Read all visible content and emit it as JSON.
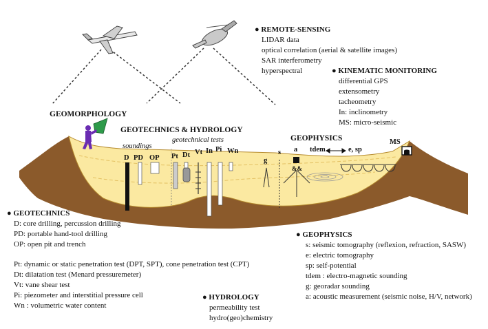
{
  "colors": {
    "brown": "#8b5a2b",
    "brown_dark": "#6b3f1d",
    "sand": "#fbe9a1",
    "sand_line": "#e6c865",
    "dotted": "#333333"
  },
  "icons": [
    "airplane-icon",
    "helicopter-icon",
    "observer-figure-icon",
    "ms-station-icon"
  ],
  "remote_sensing": {
    "title": "REMOTE-SENSING",
    "items": [
      "LIDAR data",
      "optical correlation (aerial & satellite images)",
      "SAR interferometry",
      "hyperspectral"
    ]
  },
  "kinematic": {
    "title": "KINEMATIC MONITORING",
    "items": [
      "differential GPS",
      "extensometry",
      "tacheometry",
      "In: inclinometry",
      "MS: micro-seismic"
    ]
  },
  "diagram": {
    "geomorphology": "GEOMORPHOLOGY",
    "geotech_hydro": "GEOTECHNICS & HYDROLOGY",
    "soundings": "soundings",
    "geotech_tests": "geotechnical tests",
    "geophysics": "GEOPHYSICS",
    "labels": {
      "d": "D",
      "pd": "PD",
      "op": "OP",
      "pt": "Pt",
      "dt": "Dt",
      "vt": "Vt",
      "in": "In",
      "pi": "Pi",
      "wn": "Wn",
      "g": "g",
      "s": "s",
      "a": "a",
      "tdem": "tdem",
      "esp": "e, sp",
      "ms": "MS",
      "amp": "&&"
    }
  },
  "geotechnics": {
    "title": "GEOTECHNICS",
    "items": [
      "D: core drilling, percussion drilling",
      "PD: portable hand-tool drilling",
      "OP: open pit and trench"
    ],
    "items2": [
      "Pt: dynamic or static penetration test (DPT, SPT), cone penetration test (CPT)",
      "Dt: dilatation test (Menard pressuremeter)",
      "Vt: vane shear test",
      "Pi: piezometer and interstitial pressure cell",
      "Wn : volumetric water content"
    ]
  },
  "hydrology": {
    "title": "HYDROLOGY",
    "items": [
      "permeability test",
      "hydro(geo)chemistry"
    ]
  },
  "geophysics_legend": {
    "title": "GEOPHYSICS",
    "items": [
      "s: seismic tomography (reflexion, refraction, SASW)",
      "e: electric tomography",
      "sp: self-potential",
      "tdem : electro-magnetic sounding",
      "g: georadar sounding",
      "a: acoustic measurement (seismic noise, H/V, network)"
    ]
  }
}
